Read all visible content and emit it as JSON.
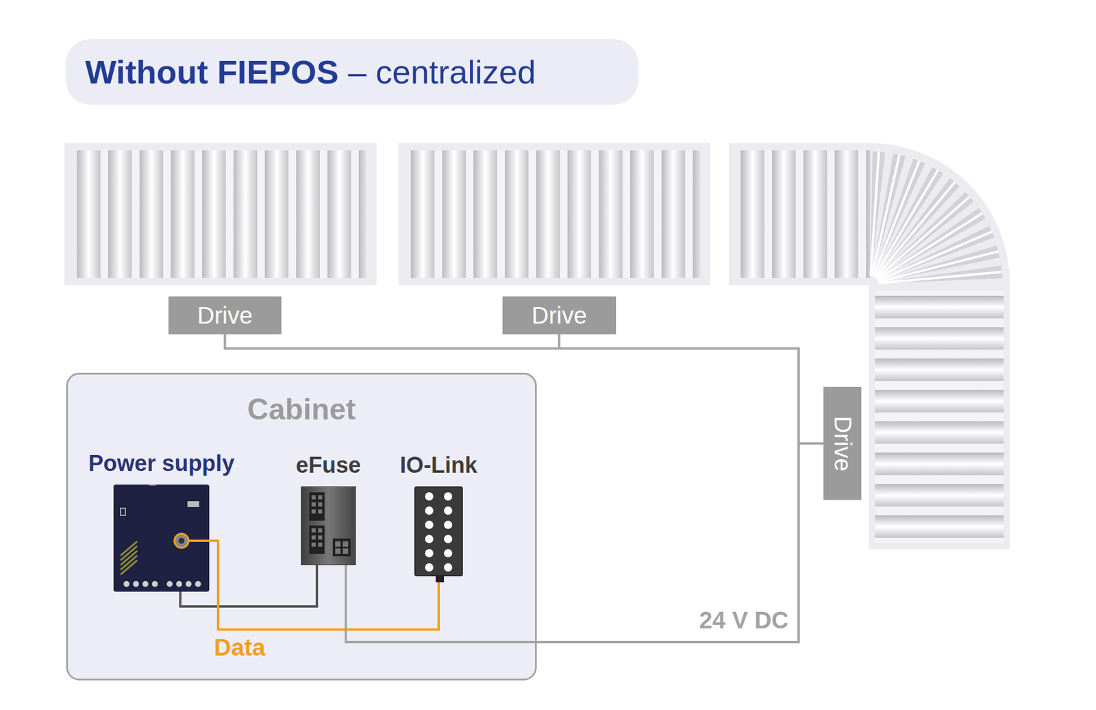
{
  "diagram": {
    "title": "Without FIEPOS",
    "nodes": [
      {
        "text": [
          "Drive"
        ]
      },
      {
        "text": [
          "Drive"
        ]
      },
      {
        "text": [
          "Cabinet"
        ]
      },
      {
        "text": [
          "Power supply"
        ],
        "in": 2
      },
      {
        "text": [
          "eFuse"
        ],
        "in": 2
      },
      {
        "text": [
          "IO-Link"
        ],
        "in": 2
      },
      {
        "text": [
          "Drive"
        ]
      }
    ],
    "edges": [
      {
        "from": 3,
        "to": 4,
        "arrow": "none"
      },
      {
        "from": 3,
        "to": 5,
        "label": "Data",
        "arrow": "none"
      },
      {
        "from": 4,
        "to": 0,
        "arrow": "none"
      },
      {
        "from": 4,
        "to": 1,
        "arrow": "none"
      },
      {
        "from": 4,
        "to": 6,
        "label": "24 V DC",
        "arrow": "none"
      }
    ],
    "labels": [
      "– centralized"
    ]
  }
}
